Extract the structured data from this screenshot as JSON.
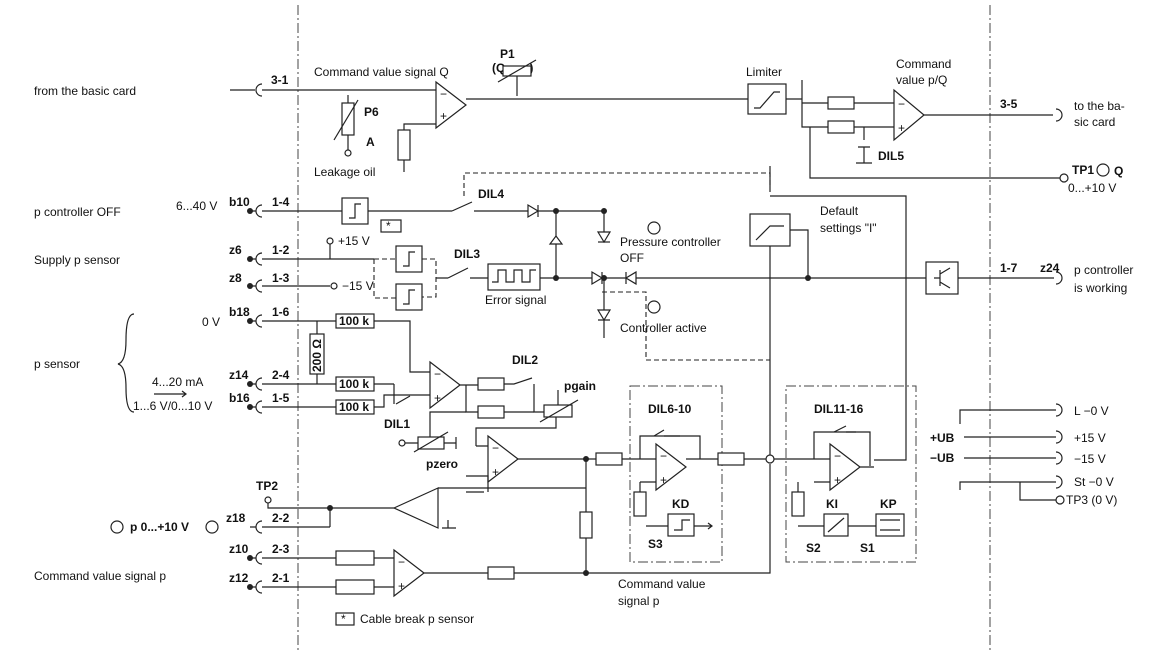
{
  "labels": {
    "from_basic_card": "from the basic card",
    "cmd_value_Q": "Command value signal Q",
    "p1": "P1",
    "qmax": "(Qmax)",
    "limiter": "Limiter",
    "cmd_value_pQ_1": "Command",
    "cmd_value_pQ_2": "value p/Q",
    "to_basic_card_1": "to the ba-",
    "to_basic_card_2": "sic card",
    "p6": "P6",
    "a": "A",
    "leakage_oil": "Leakage oil",
    "dil5": "DIL5",
    "tp1": "TP1",
    "q": "Q",
    "tp1_range": "0...+10 V",
    "p_ctrl_off": "p controller OFF",
    "v_6_40": "6...40 V",
    "dil4": "DIL4",
    "star": "*",
    "default_settings_1": "Default",
    "default_settings_2": "settings \"I\"",
    "pressure_ctrl_off_1": "Pressure controller",
    "pressure_ctrl_off_2": "OFF",
    "supply_p_sensor": "Supply p sensor",
    "plus15": "+15 V",
    "minus15": "−15 V",
    "dil3": "DIL3",
    "error_signal": "Error signal",
    "p_ctrl_working_1": "p controller",
    "p_ctrl_working_2": "is working",
    "controller_active": "Controller active",
    "zero_v": "0 V",
    "p_sensor": "p sensor",
    "ma_4_20": "4...20 mA",
    "v_1_6": "1...6 V/0...10 V",
    "r100k": "100 k",
    "r200": "200 Ω",
    "dil1": "DIL1",
    "dil2": "DIL2",
    "p_gain": "pgain",
    "p_zero": "pzero",
    "dil6_10": "DIL6-10",
    "dil11_16": "DIL11-16",
    "kd": "KD",
    "ki": "KI",
    "kp": "KP",
    "s1": "S1",
    "s2": "S2",
    "s3": "S3",
    "tp2": "TP2",
    "p_range": "p 0...+10 V",
    "cmd_value_p": "Command value signal p",
    "cmd_value_signal_1": "Command value",
    "cmd_value_signal_2": "signal p",
    "cable_break": "Cable break p sensor",
    "l_0v": "L −0 V",
    "plus_ub": "+UB",
    "minus_ub": "−UB",
    "plus15v": "+15 V",
    "minus15v": "−15 V",
    "st_0v": "St −0 V",
    "tp3": "TP3 (0 V)"
  },
  "pins": {
    "p3_1": "3-1",
    "p3_5": "3-5",
    "b10": "b10",
    "p1_4": "1-4",
    "z6": "z6",
    "p1_2": "1-2",
    "z8": "z8",
    "p1_3": "1-3",
    "b18": "b18",
    "p1_6": "1-6",
    "z14": "z14",
    "p2_4": "2-4",
    "b16": "b16",
    "p1_5": "1-5",
    "z18": "z18",
    "p2_2": "2-2",
    "z10": "z10",
    "p2_3": "2-3",
    "z12": "z12",
    "p2_1": "2-1",
    "z24": "z24",
    "p1_7": "1-7"
  }
}
